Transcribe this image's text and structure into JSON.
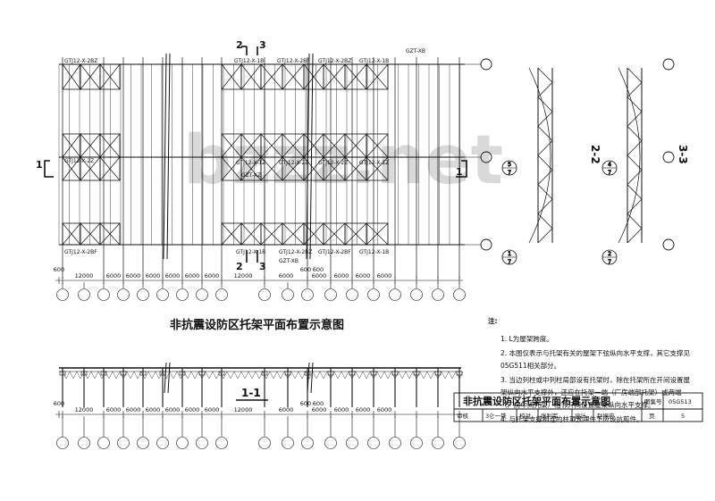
{
  "plan": {
    "title": "非抗震设防区托架平面布置示意图",
    "truss_labels": [
      {
        "id": "top-left",
        "text": "GTJ12-X-2BZ"
      },
      {
        "id": "top-mid",
        "text": "GTJ12-X-1B"
      },
      {
        "id": "top-mid2",
        "text": "GTJ12-X-2BF"
      },
      {
        "id": "top-right",
        "text": "GTJ12-X-2BZ"
      },
      {
        "id": "top-right2",
        "text": "GTJ12-X-1B"
      },
      {
        "id": "top-xb",
        "text": "GZT-XB"
      },
      {
        "id": "mid-left",
        "text": "GTJ12-X-2Z"
      },
      {
        "id": "mid-mid",
        "text": "GTJ12-X-1Z"
      },
      {
        "id": "mid-mid2",
        "text": "GTJ12-X-2Z"
      },
      {
        "id": "mid-right",
        "text": "GTJ12-X-2Z"
      },
      {
        "id": "mid-right2",
        "text": "GTJ12-X-1Z"
      },
      {
        "id": "mid-xz",
        "text": "GZT-XZ"
      },
      {
        "id": "bot-left",
        "text": "GTJ12-X-2BF"
      },
      {
        "id": "bot-mid",
        "text": "GTJ12-X-1B"
      },
      {
        "id": "bot-mid2",
        "text": "GTJ12-X-2BZ"
      },
      {
        "id": "bot-right",
        "text": "GTJ12-X-2BF"
      },
      {
        "id": "bot-right2",
        "text": "GTJ12-X-1B"
      },
      {
        "id": "bot-xb",
        "text": "GZT-XB"
      }
    ],
    "dims": [
      "600",
      "12000",
      "6000",
      "6000",
      "6000",
      "6000",
      "6000",
      "6000",
      "12000",
      "6000",
      "6000",
      "6000",
      "6000",
      "6000"
    ],
    "dim_mid": "600",
    "dim_mid2": "600",
    "dim_xs": "6000",
    "section_marks": {
      "s1": "1",
      "s2": "2",
      "s3": "3"
    }
  },
  "section": {
    "title": "1-1",
    "dims": [
      "600",
      "12000",
      "6000",
      "6000",
      "6000",
      "6000",
      "6000",
      "6000",
      "12000",
      "6000",
      "6000",
      "6000",
      "6000",
      "6000"
    ],
    "dim_mid": "600",
    "dim_mid2": "600"
  },
  "details": {
    "s22": "2-2",
    "s33": "3-3",
    "bubbles": [
      {
        "top": "5",
        "bottom": "7"
      },
      {
        "top": "1",
        "bottom": "7"
      },
      {
        "top": "4",
        "bottom": "7"
      },
      {
        "top": "2",
        "bottom": "7"
      }
    ]
  },
  "notes": {
    "heading": "注:",
    "items": [
      "1. L为屋架跨度。",
      "2. 本图仅表示与托架有关的屋架下弦纵向水平支撑，其它支撑见",
      "   05G511相关部分。",
      "3. 当边列柱或中列柱局部设有托架时，除在托架所在开间设置屋",
      "   架纵向水平支撑外，还应在托架一端（厂房端部托架）或两端",
      "   （厂房中间托架）相邻开间设置屋架纵向水平支撑。",
      "4. 与托架支撑相连的柱顶预埋件下应设抗剪件。"
    ]
  },
  "title_block": {
    "name": "非抗震设防区托架平面布置示意图",
    "atlas_label": "图集号",
    "atlas_no": "05G513",
    "roles": [
      "审核",
      "王一铁",
      "校对",
      "张利军",
      "设计",
      "赵振宏"
    ],
    "sig": [
      "3仑一铁",
      "张利军",
      "赵振宏"
    ],
    "page_label": "页",
    "page_no": "5"
  },
  "watermark": "bzzz.net"
}
